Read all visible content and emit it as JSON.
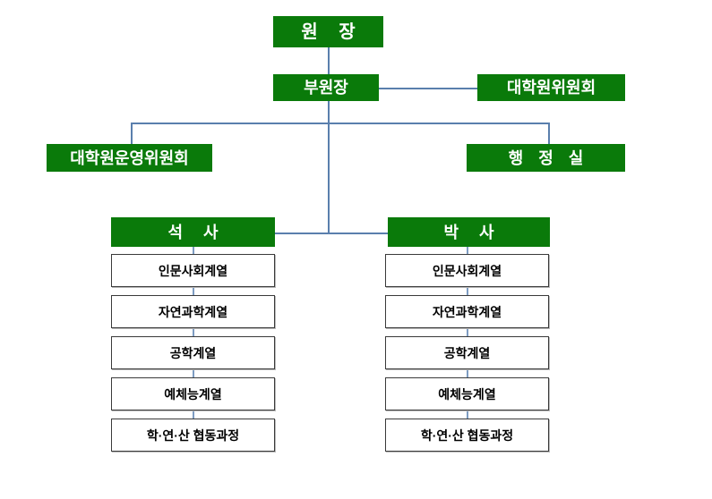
{
  "diagram": {
    "title_node": {
      "label": "원  장"
    },
    "vice_node": {
      "label": "부원장"
    },
    "grad_committee": {
      "label": "대학원위원회"
    },
    "grad_steering_committee": {
      "label": "대학원운영위원회"
    },
    "admin_office": {
      "label": "행 정 실"
    },
    "masters": {
      "label": "석  사"
    },
    "doctoral": {
      "label": "박  사"
    },
    "masters_programs": [
      {
        "label": "인문사회계열"
      },
      {
        "label": "자연과학계열"
      },
      {
        "label": "공학계열"
      },
      {
        "label": "예체능계열"
      },
      {
        "label": "학·연·산 협동과정"
      }
    ],
    "doctoral_programs": [
      {
        "label": "인문사회계열"
      },
      {
        "label": "자연과학계열"
      },
      {
        "label": "공학계열"
      },
      {
        "label": "예체능계열"
      },
      {
        "label": "학·연·산 협동과정"
      }
    ],
    "colors": {
      "node_fill": "#0a7a0a",
      "node_text": "#ffffff",
      "leaf_fill": "#ffffff",
      "leaf_text": "#000000",
      "leaf_border": "#3a3a3a",
      "connector": "#5a7fad",
      "background": "#ffffff"
    }
  }
}
